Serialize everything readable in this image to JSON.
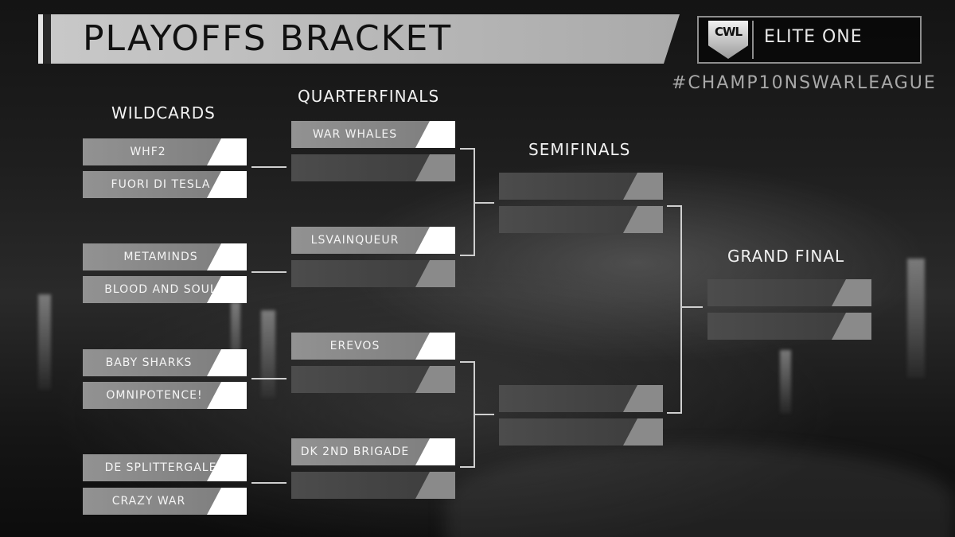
{
  "header": {
    "title": "PLAYOFFS BRACKET",
    "logo_text": "CWL",
    "division": "ELITE ONE",
    "hashtag": "#CHAMP10NSWARLEAGUE"
  },
  "rounds": {
    "wildcards": "WILDCARDS",
    "quarterfinals": "QUARTERFINALS",
    "semifinals": "SEMIFINALS",
    "grand_final": "GRAND FINAL"
  },
  "wildcards": [
    {
      "team": "WHF2"
    },
    {
      "team": "FUORI DI TESLA"
    },
    {
      "team": "METAMINDS"
    },
    {
      "team": "BLOOD AND SOUL"
    },
    {
      "team": "BABY SHARKS"
    },
    {
      "team": "OMNIPOTENCE!"
    },
    {
      "team": "DE SPLITTERGALE"
    },
    {
      "team": "CRAZY WAR"
    }
  ],
  "quarterfinals": [
    {
      "team": "WAR WHALES"
    },
    {
      "team": ""
    },
    {
      "team": "LSVAINQUEUR"
    },
    {
      "team": ""
    },
    {
      "team": "EREVOS"
    },
    {
      "team": ""
    },
    {
      "team": "DK 2ND BRIGADE"
    },
    {
      "team": ""
    }
  ],
  "semifinals": [
    {
      "team": ""
    },
    {
      "team": ""
    },
    {
      "team": ""
    },
    {
      "team": ""
    }
  ],
  "grand_final": [
    {
      "team": ""
    },
    {
      "team": ""
    }
  ],
  "colors": {
    "background": "#1a1a1a",
    "slot_filled": "#8a8a8a",
    "slot_empty": "#444444",
    "score_box": "#ffffff",
    "connector": "#cfcfcf"
  }
}
